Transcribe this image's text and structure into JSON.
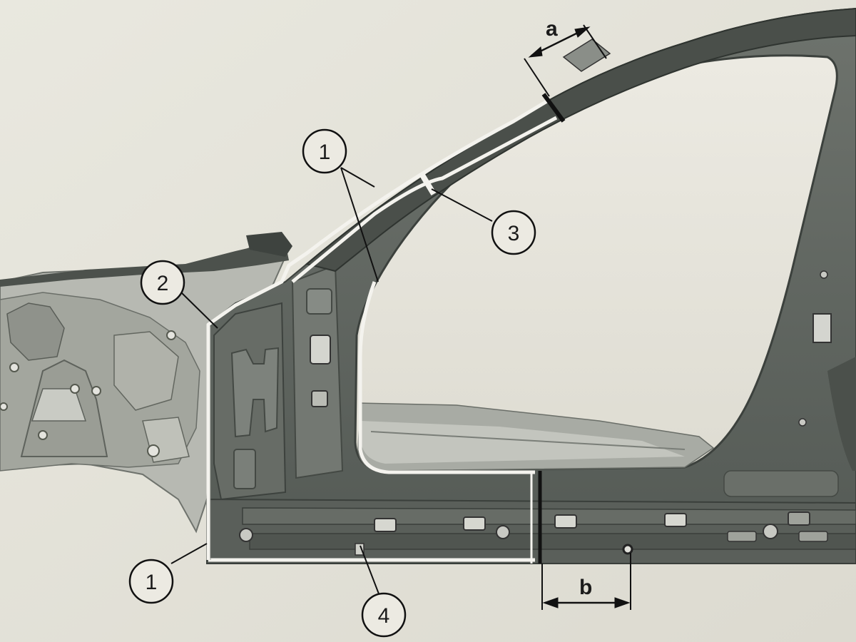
{
  "diagram": {
    "callouts": [
      {
        "id": "callout-1-upper",
        "label": "1"
      },
      {
        "id": "callout-1-lower",
        "label": "1"
      },
      {
        "id": "callout-2",
        "label": "2"
      },
      {
        "id": "callout-3",
        "label": "3"
      },
      {
        "id": "callout-4",
        "label": "4"
      }
    ],
    "dimensions": [
      {
        "id": "dimension-a",
        "label": "a"
      },
      {
        "id": "dimension-b",
        "label": "b"
      }
    ],
    "colors": {
      "background": "#e6e4da",
      "panel_dark": "#5d625d",
      "panel_mid": "#7c817b",
      "window_glass": "#eaeae4",
      "cut_outline": "#f4f3ee",
      "ink": "#1b1b1b"
    }
  }
}
